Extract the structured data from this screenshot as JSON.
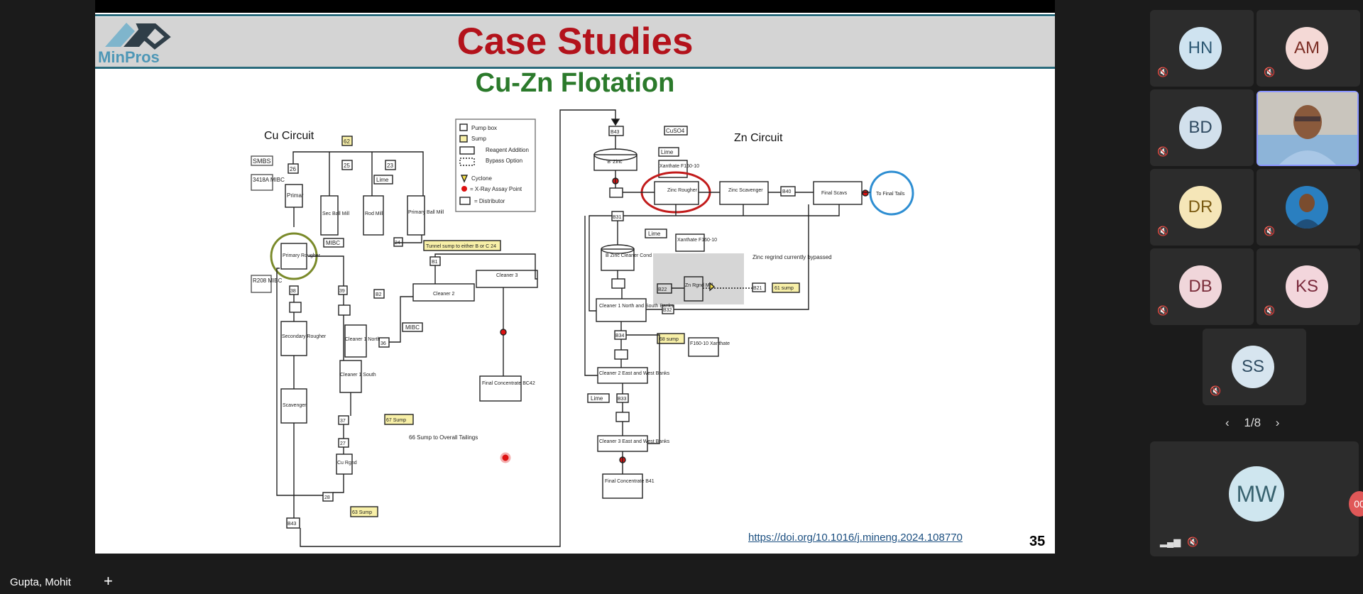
{
  "slide": {
    "title": "Case Studies",
    "subtitle": "Cu-Zn Flotation",
    "logo_text": "MinPros",
    "doi": "https://doi.org/10.1016/j.mineng.2024.108770",
    "page_number": "35"
  },
  "cu_circuit": {
    "label": "Cu Circuit",
    "smbs": "SMBS",
    "mibc_3418": "3418A MIBC",
    "r208": "R208 MIBC",
    "n26": "26",
    "n25": "25",
    "n23": "23",
    "n62": "62",
    "n24": "24",
    "n38": "38",
    "n39": "39",
    "n36": "36",
    "n37": "37",
    "n27": "27",
    "n28": "28",
    "primar": "Primar",
    "sec_ball": "Sec Ball Mill",
    "rod_mill": "Rod Mill",
    "primary_ball": "Primary Ball Mill",
    "lime": "Lime",
    "mibc": "MIBC",
    "mibc2": "MIBC",
    "primary_rougher": "Primary Rougher",
    "secondary_rougher": "Secondary Rougher",
    "scavenger": "Scavenger",
    "cleaner1_north": "Cleaner 1 North",
    "cleaner1_south": "Cleaner 1 South",
    "cleaner2": "Cleaner 2",
    "cleaner3": "Cleaner 3",
    "b1": "B1",
    "b2": "B2",
    "b43": "B43",
    "tunnel": "Tunnel sump to either B or C 24",
    "sump67": "67 Sump",
    "sump63": "63 Sump",
    "sump66": "66 Sump to Overall Tailings",
    "cu_rgnd": "Cu Rgnd",
    "final_conc": "Final Concentrate BC42"
  },
  "legend": {
    "pump_box": "Pump box",
    "sump": "Sump",
    "reagent": "Reagent Addition",
    "bypass": "Bypass Option",
    "cyclone": "Cyclone",
    "xray": "= X-Ray Assay Point",
    "distributor": "= Distributor"
  },
  "zn_circuit": {
    "label": "Zn Circuit",
    "b43": "B43",
    "cuso4": "CuSO4",
    "lime": "Lime",
    "b_zinc": "'B' Zinc",
    "xanthate1": "Xanthate F160-10",
    "zinc_rougher": "Zinc Rougher",
    "zinc_scavenger": "Zinc Scavenger",
    "b40": "B40",
    "final_scavs": "Final Scavs",
    "final_tails": "To Final Tails",
    "b31": "B31",
    "lime2": "Lime",
    "xanthate2": "Xanthate F160-10",
    "b_zinc_cleaner": "B Zinc Cleaner Cond",
    "regrind_note": "Zinc regrind currently bypassed",
    "b22": "B22",
    "zn_rgnd": "Zn Rgnd Mill",
    "b21": "B21",
    "sump61": "61 sump",
    "cleaner1": "Cleaner 1 North and South Banks",
    "b32": "B32",
    "b34": "B34",
    "sump68": "68 sump",
    "f160_xanthate": "F160-10 Xanthate",
    "cleaner2": "Cleaner 2 East and West Banks",
    "lime3": "Lime",
    "b33": "B33",
    "cleaner3": "Cleaner 3 East and West Banks",
    "final_conc": "Final Concentrate B41"
  },
  "taskbar": {
    "presenter": "Gupta, Mohit",
    "plus": "+"
  },
  "participants": [
    {
      "initials": "HN",
      "bg": "#cfe3f0",
      "fg": "#2d5873"
    },
    {
      "initials": "AM",
      "bg": "#f4d9d6",
      "fg": "#7c2e25"
    },
    {
      "initials": "BD",
      "bg": "#d2e0ec",
      "fg": "#2f4a61"
    },
    {
      "initials": "DR",
      "bg": "#f5e6b8",
      "fg": "#7a5a12"
    },
    {
      "initials": "DB",
      "bg": "#f0d6da",
      "fg": "#7a2d3a"
    },
    {
      "initials": "KS",
      "bg": "#f3d6dc",
      "fg": "#7a2a3c"
    },
    {
      "initials": "SS",
      "bg": "#d7e5ef",
      "fg": "#2f4c62"
    }
  ],
  "big_tile": {
    "initials": "MW"
  },
  "pager": {
    "label": "1/8",
    "prev": "‹",
    "next": "›"
  },
  "edge_badge": "00"
}
